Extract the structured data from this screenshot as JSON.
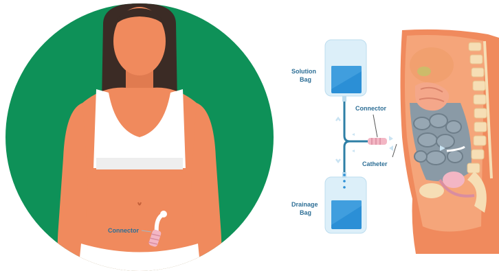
{
  "labels": {
    "connector_left": "Connector",
    "solution_bag_line1": "Solution",
    "solution_bag_line2": "Bag",
    "connector_right": "Connector",
    "catheter": "Catheter",
    "drainage_bag_line1": "Drainage",
    "drainage_bag_line2": "Bag"
  },
  "colors": {
    "circle_bg": "#0e9158",
    "skin": "#f08a5d",
    "skin_dark": "#d96e45",
    "hair": "#3b2b25",
    "garment": "#ffffff",
    "bag_fluid": "#2b8fd6",
    "bag_body": "#dceff9",
    "tube": "#2e7fa6",
    "connector": "#f3b6c4",
    "label_text": "#2e6f96",
    "cavity": "#8a9aa6",
    "organ": "#f1a06f",
    "spine": "#f6deb5"
  }
}
